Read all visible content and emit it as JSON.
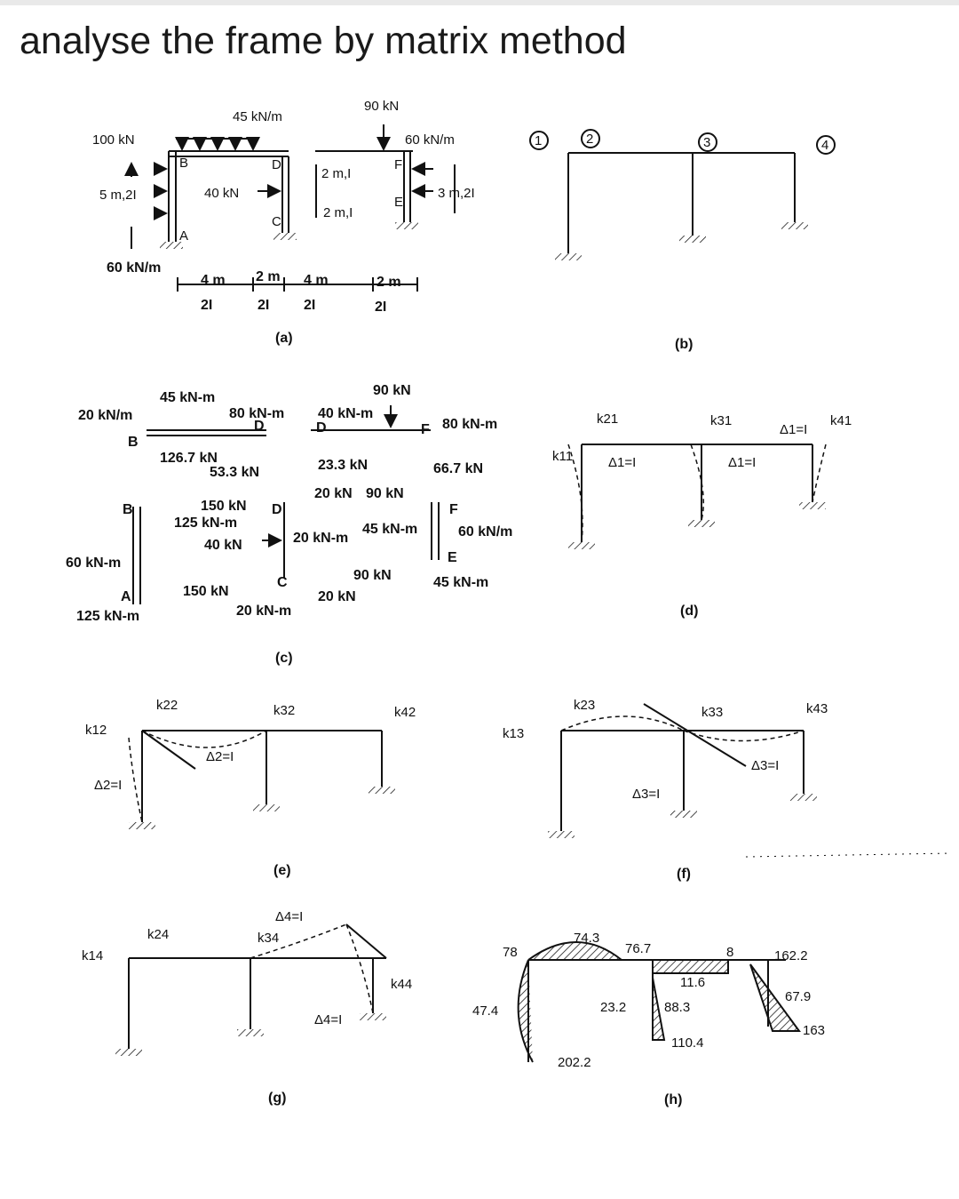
{
  "question": {
    "title": "analyse the frame by matrix method"
  },
  "panels": {
    "a": {
      "caption": "(a)",
      "labels": {
        "udl_top": "45 kN/m",
        "point_top": "90 kN",
        "udl_right": "60 kN/m",
        "load_left": "100 kN",
        "col_left": "5 m,2I",
        "load_mid": "40 kN",
        "seg_upper": "2 m,I",
        "seg_lower": "2 m,I",
        "col_right": "3 m,2I",
        "udl_left": "60 kN/m",
        "dim1": "4 m",
        "dim2": "2 m",
        "dim3": "4 m",
        "dim4": "2 m",
        "I1": "2I",
        "I2": "2I",
        "I3": "2I",
        "I4": "2I",
        "node_B": "B",
        "node_D": "D",
        "node_C": "C",
        "node_A": "A",
        "node_F": "F",
        "node_E": "E"
      }
    },
    "b": {
      "caption": "(b)",
      "nodes": [
        "1",
        "2",
        "3",
        "4"
      ]
    },
    "c": {
      "caption": "(c)",
      "labels": {
        "m45": "45 kN-m",
        "p90": "90 kN",
        "udl20": "20 kN/m",
        "m80a": "80 kN-m",
        "m40": "40 kN-m",
        "m80b": "80 kN-m",
        "B": "B",
        "D": "D",
        "D2": "D",
        "F": "F",
        "r126": "126.7 kN",
        "r53": "53.3 kN",
        "r23": "23.3 kN",
        "r66": "66.7 kN",
        "B2": "B",
        "f150": "150 kN",
        "m125": "125 kN-m",
        "f40": "40 kN",
        "D3": "D",
        "f20a": "20 kN",
        "f90a": "90 kN",
        "F2": "F",
        "f20m": "20 kN-m",
        "m45b": "45 kN-m",
        "udl60": "60 kN/m",
        "m60": "60 kN-m",
        "E": "E",
        "C": "C",
        "f90b": "90 kN",
        "m45c": "45 kN-m",
        "A": "A",
        "f150b": "150 kN",
        "f20b": "20 kN",
        "m20": "20 kN-m",
        "m125b": "125 kN-m"
      }
    },
    "d": {
      "caption": "(d)",
      "labels": {
        "k21": "k21",
        "k31": "k31",
        "k41": "k41",
        "k11": "k11",
        "d1a": "Δ1=I",
        "d1b": "Δ1=I",
        "d1c": "Δ1=I"
      }
    },
    "e": {
      "caption": "(e)",
      "labels": {
        "k22": "k22",
        "k32": "k32",
        "k42": "k42",
        "k12": "k12",
        "d2a": "Δ2=I",
        "d2b": "Δ2=I"
      }
    },
    "f": {
      "caption": "(f)",
      "labels": {
        "k23": "k23",
        "k33": "k33",
        "k43": "k43",
        "k13": "k13",
        "d3a": "Δ3=I",
        "d3b": "Δ3=I"
      }
    },
    "g": {
      "caption": "(g)",
      "labels": {
        "k24": "k24",
        "k34": "k34",
        "k14": "k14",
        "k44": "k44",
        "d4a": "Δ4=I",
        "d4b": "Δ4=I"
      }
    },
    "h": {
      "caption": "(h)",
      "values": {
        "v78": "78",
        "v743": "74.3",
        "v767": "76.7",
        "v8": "8",
        "v1622": "162.2",
        "v116": "11.6",
        "v474": "47.4",
        "v232": "23.2",
        "v883": "88.3",
        "v679": "67.9",
        "v163": "163",
        "v1104": "110.4",
        "v2022": "202.2"
      }
    }
  }
}
